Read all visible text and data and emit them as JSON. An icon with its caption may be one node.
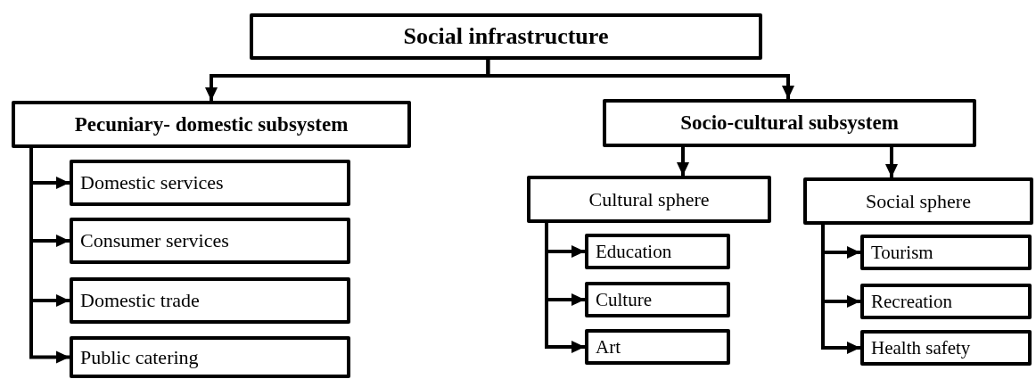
{
  "diagram": {
    "nodes": [
      {
        "text": [
          "Social infrastructure"
        ]
      },
      {
        "text": [
          "Pecuniary- domestic subsystem"
        ]
      },
      {
        "text": [
          "Domestic services"
        ]
      },
      {
        "text": [
          "Consumer services"
        ]
      },
      {
        "text": [
          "Domestic trade"
        ]
      },
      {
        "text": [
          "Public catering"
        ]
      },
      {
        "text": [
          "Socio-cultural subsystem"
        ]
      },
      {
        "text": [
          "Cultural sphere"
        ]
      },
      {
        "text": [
          "Social sphere"
        ]
      },
      {
        "text": [
          "Education"
        ]
      },
      {
        "text": [
          "Culture"
        ]
      },
      {
        "text": [
          "Art"
        ]
      },
      {
        "text": [
          "Tourism"
        ]
      },
      {
        "text": [
          "Recreation"
        ]
      },
      {
        "text": [
          "Health safety"
        ]
      }
    ],
    "edges": [
      {
        "from": 0,
        "to": 1,
        "arrow": "to"
      },
      {
        "from": 0,
        "to": 6,
        "arrow": "to"
      },
      {
        "from": 1,
        "to": 2,
        "arrow": "to"
      },
      {
        "from": 1,
        "to": 3,
        "arrow": "to"
      },
      {
        "from": 1,
        "to": 4,
        "arrow": "to"
      },
      {
        "from": 1,
        "to": 5,
        "arrow": "to"
      },
      {
        "from": 6,
        "to": 7,
        "arrow": "to"
      },
      {
        "from": 6,
        "to": 8,
        "arrow": "to"
      },
      {
        "from": 7,
        "to": 9,
        "arrow": "to"
      },
      {
        "from": 7,
        "to": 10,
        "arrow": "to"
      },
      {
        "from": 7,
        "to": 11,
        "arrow": "to"
      },
      {
        "from": 8,
        "to": 12,
        "arrow": "to"
      },
      {
        "from": 8,
        "to": 13,
        "arrow": "to"
      },
      {
        "from": 8,
        "to": 14,
        "arrow": "to"
      }
    ]
  }
}
